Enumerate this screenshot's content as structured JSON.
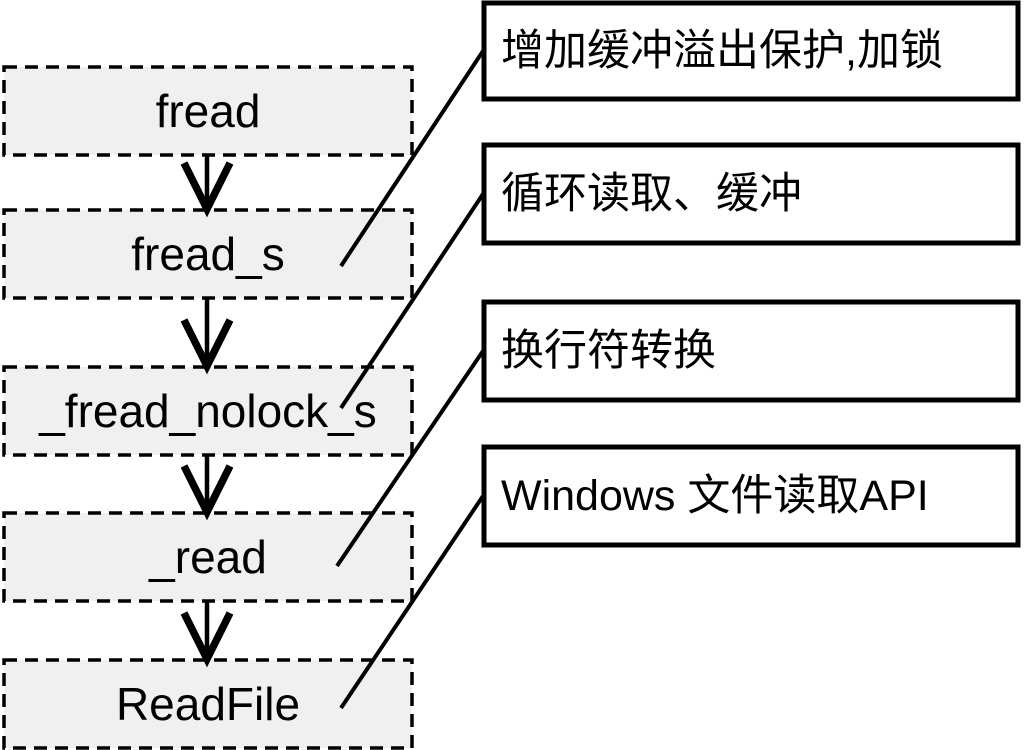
{
  "diagram": {
    "title_implied": "fread call chain",
    "colors": {
      "background": "#ffffff",
      "node_fill": "#f0f0f0",
      "node_border": "#000000",
      "annotation_fill": "#ffffff",
      "annotation_border": "#000000",
      "text": "#000000"
    },
    "nodes": [
      {
        "id": "fread",
        "label": "fread"
      },
      {
        "id": "fread_s",
        "label": "fread_s"
      },
      {
        "id": "_fread_nolock_s",
        "label": "_fread_nolock_s"
      },
      {
        "id": "_read",
        "label": "_read"
      },
      {
        "id": "ReadFile",
        "label": "ReadFile"
      }
    ],
    "edges": [
      {
        "from": "fread",
        "to": "fread_s"
      },
      {
        "from": "fread_s",
        "to": "_fread_nolock_s"
      },
      {
        "from": "_fread_nolock_s",
        "to": "_read"
      },
      {
        "from": "_read",
        "to": "ReadFile"
      }
    ],
    "annotations": [
      {
        "label": "增加缓冲溢出保护,加锁",
        "points_to": "fread_s"
      },
      {
        "label": "循环读取、缓冲",
        "points_to": "_fread_nolock_s"
      },
      {
        "label": "换行符转换",
        "points_to": "_read"
      },
      {
        "label": "Windows 文件读取API",
        "points_to": "ReadFile"
      }
    ]
  }
}
